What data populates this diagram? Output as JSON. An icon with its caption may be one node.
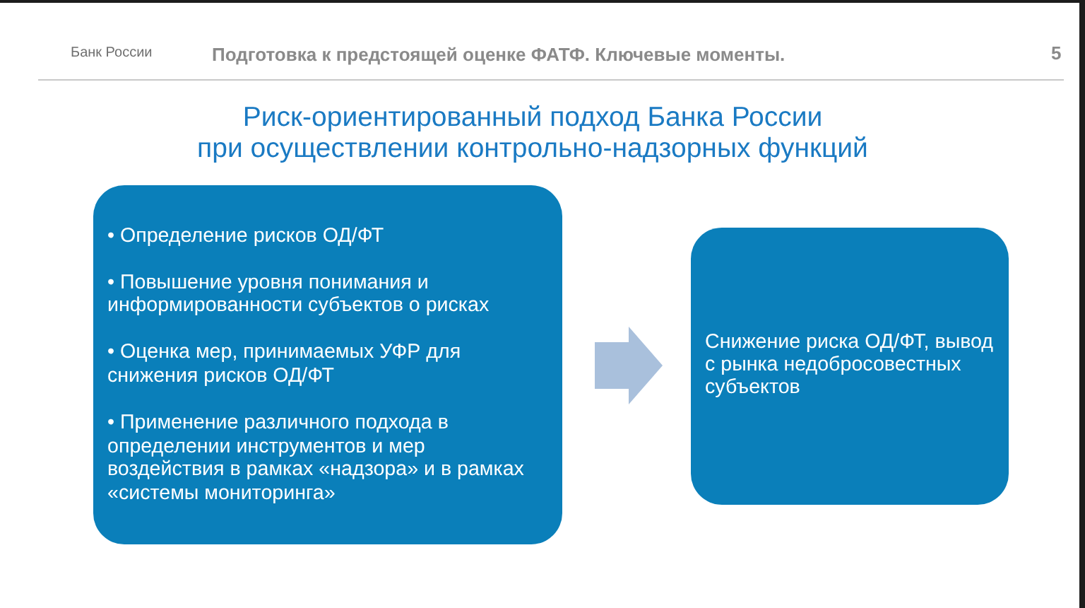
{
  "diagram": {
    "title": "Риск-ориентированный подход Банка России при осуществлении контрольно-надзорных функций",
    "nodes": [
      {
        "text": [
          "• Определение рисков ОД/ФТ",
          "• Повышение уровня понимания и информированности субъектов о рисках",
          "• Оценка мер, принимаемых УФР для снижения рисков ОД/ФТ",
          "• Применение различного подхода в определении инструментов и мер воздействия в рамках «надзора» и в рамках «системы мониторинга»"
        ]
      },
      {
        "text": [
          "Снижение риска ОД/ФТ, вывод с рынка недобросовестных субъектов"
        ]
      }
    ],
    "edges": [
      {
        "from": 0,
        "to": 1,
        "arrow": "to"
      }
    ],
    "labels": [
      "Банк России",
      "Подготовка к предстоящей оценке ФАТФ. Ключевые моменты.",
      "5"
    ]
  }
}
